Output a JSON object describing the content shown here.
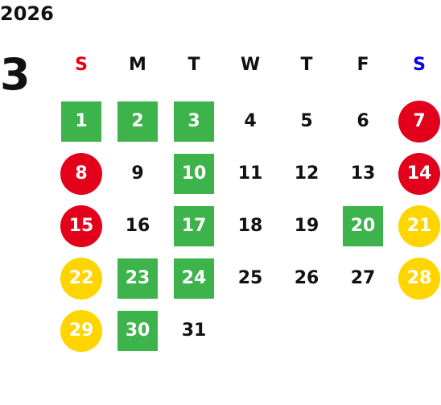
{
  "year": "2026",
  "month": "3",
  "colors": {
    "sunday": "#e60012",
    "saturday": "#0000ee",
    "green": "#3cb44b",
    "red": "#e3001b",
    "yellow": "#ffd500"
  },
  "weekdays": [
    {
      "label": "S",
      "color": "sunday"
    },
    {
      "label": "M"
    },
    {
      "label": "T"
    },
    {
      "label": "W"
    },
    {
      "label": "T"
    },
    {
      "label": "F"
    },
    {
      "label": "S",
      "color": "saturday"
    }
  ],
  "weeks": [
    [
      {
        "n": "1",
        "mark": "green"
      },
      {
        "n": "2",
        "mark": "green"
      },
      {
        "n": "3",
        "mark": "green"
      },
      {
        "n": "4"
      },
      {
        "n": "5"
      },
      {
        "n": "6"
      },
      {
        "n": "7",
        "mark": "red"
      }
    ],
    [
      {
        "n": "8",
        "mark": "red"
      },
      {
        "n": "9"
      },
      {
        "n": "10",
        "mark": "green"
      },
      {
        "n": "11"
      },
      {
        "n": "12"
      },
      {
        "n": "13"
      },
      {
        "n": "14",
        "mark": "red"
      }
    ],
    [
      {
        "n": "15",
        "mark": "red"
      },
      {
        "n": "16"
      },
      {
        "n": "17",
        "mark": "green"
      },
      {
        "n": "18"
      },
      {
        "n": "19"
      },
      {
        "n": "20",
        "mark": "green"
      },
      {
        "n": "21",
        "mark": "yellow"
      }
    ],
    [
      {
        "n": "22",
        "mark": "yellow"
      },
      {
        "n": "23",
        "mark": "green"
      },
      {
        "n": "24",
        "mark": "green"
      },
      {
        "n": "25"
      },
      {
        "n": "26"
      },
      {
        "n": "27"
      },
      {
        "n": "28",
        "mark": "yellow"
      }
    ],
    [
      {
        "n": "29",
        "mark": "yellow"
      },
      {
        "n": "30",
        "mark": "green"
      },
      {
        "n": "31"
      },
      null,
      null,
      null,
      null
    ]
  ]
}
